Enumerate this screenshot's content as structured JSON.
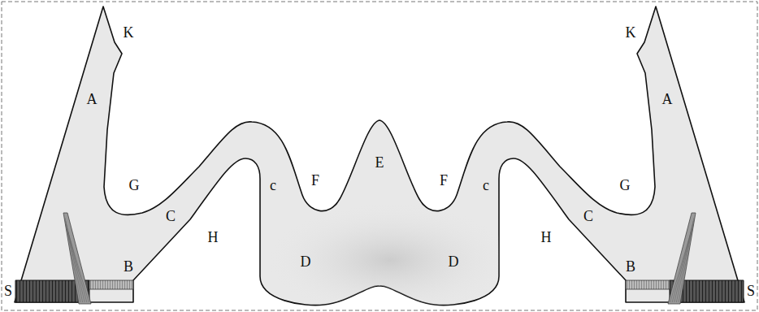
{
  "diagram": {
    "labels": [
      "K",
      "K",
      "A",
      "A",
      "G",
      "C",
      "c",
      "F",
      "E",
      "F",
      "c",
      "C",
      "G",
      "H",
      "H",
      "B",
      "B",
      "D",
      "D",
      "S",
      "S"
    ]
  }
}
